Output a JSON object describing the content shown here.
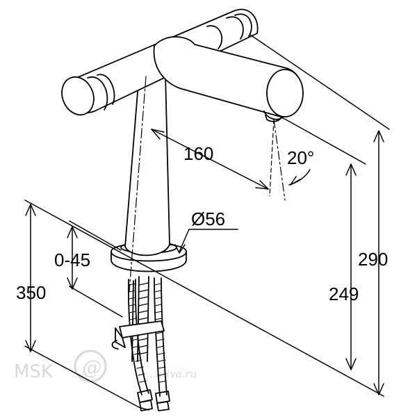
{
  "drawing": {
    "dimensions": {
      "spout_reach": "160",
      "spout_angle": "20°",
      "base_diameter": "Ø56",
      "worktop_thickness": "0-45",
      "hose_length": "350",
      "outlet_height": "249",
      "total_height": "290"
    },
    "watermark": {
      "brand": "MSK",
      "at_sign": "@",
      "site": "...ativa.ru"
    }
  },
  "colors": {
    "line": "#000000",
    "watermark": "#d9d9d9"
  }
}
